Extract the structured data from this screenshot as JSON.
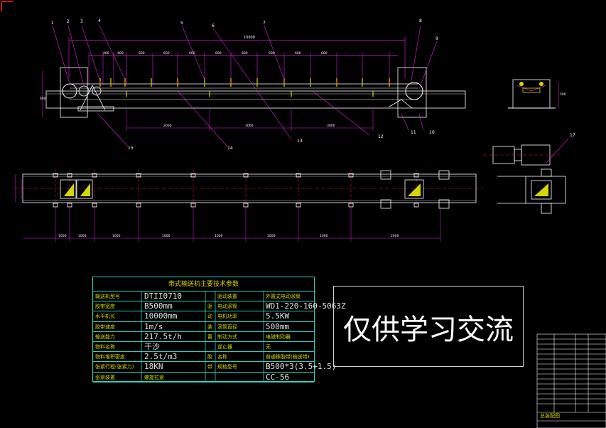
{
  "drawing": {
    "balloons_top": [
      "1",
      "2",
      "3",
      "4",
      "5",
      "6",
      "7",
      "8",
      "9"
    ],
    "balloons_bottom": [
      "15",
      "14",
      "13",
      "12",
      "11",
      "10"
    ],
    "balloon_side": "17",
    "dim_total": "10000",
    "dims_top": [
      "400",
      "400",
      "600",
      "600",
      "600",
      "600",
      "600",
      "600",
      "600",
      "600"
    ],
    "dims_mid": [
      "2000",
      "3000",
      "3000"
    ],
    "dims_bottom": [
      "1000",
      "1000",
      "1000",
      "1000",
      "1000",
      "1000",
      "1000",
      "2000"
    ],
    "dim_height_left": "600",
    "dim_height_section": "500"
  },
  "param_table": {
    "title": "带式输送机主要技术参数",
    "rows": [
      {
        "label": "输送机型号",
        "value": "DTII0710",
        "mid": "",
        "label2": "驱动装置",
        "value2": "外置式电动滚筒"
      },
      {
        "label": "胶带宽度",
        "value": "B500mm",
        "mid": "驱",
        "label2": "电动滚筒",
        "value2": "WD1-220-160-5063Z"
      },
      {
        "label": "水平机长",
        "value": "10000mm",
        "mid": "动",
        "label2": "电机功率",
        "value2": "5.5KW"
      },
      {
        "label": "胶带速度",
        "value": "1m/s",
        "mid": "装",
        "label2": "滚筒直径",
        "value2": "500mm"
      },
      {
        "label": "输送能力",
        "value": "217.5t/h",
        "mid": "置",
        "label2": "制动方式",
        "value2": "电磁制动器"
      },
      {
        "label": "物料名称",
        "value": "干沙",
        "mid": "",
        "label2": "逆止器",
        "value2": "无"
      },
      {
        "label": "物料堆积密度",
        "value": "2.5t/m3",
        "mid": "胶",
        "label2": "名称",
        "value2": "普通橡胶带(输送带)"
      },
      {
        "label": "张紧行程(张紧力)",
        "value": "18KN",
        "mid": "带",
        "label2": "规格型号",
        "value2": "B500*3(3.5+1.5)"
      },
      {
        "label": "张紧装置",
        "value": "螺旋拉紧",
        "mid": "",
        "label2": "",
        "value2": "CC-56"
      }
    ]
  },
  "watermark": "仅供学习交流",
  "title_block": {
    "label": "总装配图"
  },
  "colors": {
    "magenta": "#e020e0",
    "cyan": "#30d0c0",
    "yellow": "#d7d700",
    "white": "#ffffff",
    "red": "#ff2020"
  }
}
